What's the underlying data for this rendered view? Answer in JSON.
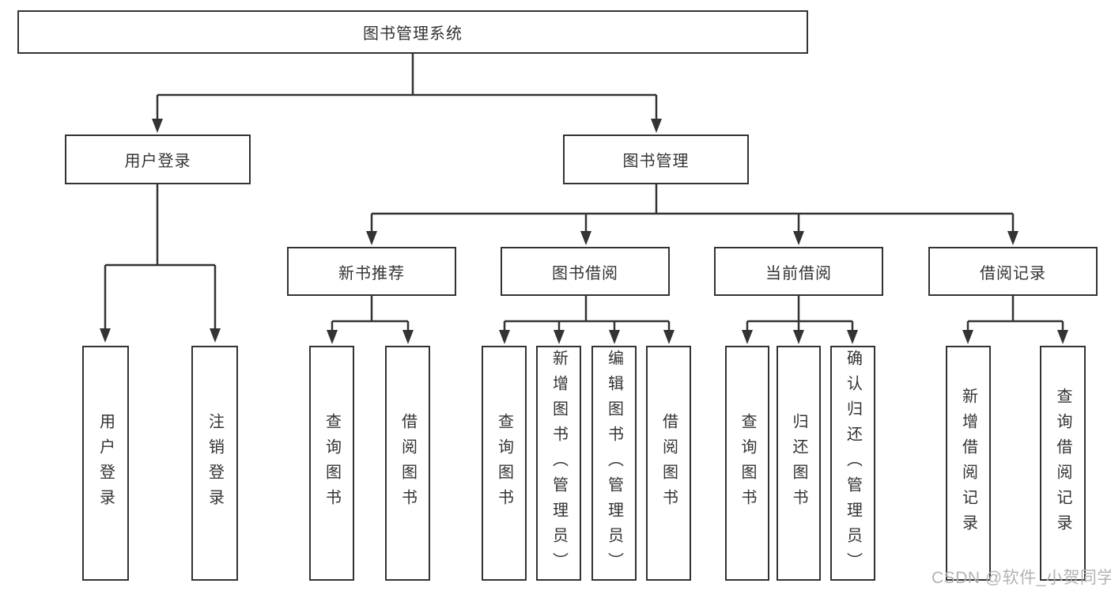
{
  "diagram": {
    "root": {
      "label": "图书管理系统"
    },
    "level2": [
      {
        "label": "用户登录",
        "children": [
          {
            "label": "用户登录"
          },
          {
            "label": "注销登录"
          }
        ]
      },
      {
        "label": "图书管理"
      }
    ],
    "level3": [
      {
        "label": "新书推荐",
        "children": [
          {
            "label": "查询图书"
          },
          {
            "label": "借阅图书"
          }
        ]
      },
      {
        "label": "图书借阅",
        "children": [
          {
            "label": "查询图书"
          },
          {
            "label": "新增图书（管理员）"
          },
          {
            "label": "编辑图书（管理员）"
          },
          {
            "label": "借阅图书"
          }
        ]
      },
      {
        "label": "当前借阅",
        "children": [
          {
            "label": "查询图书"
          },
          {
            "label": "归还图书"
          },
          {
            "label": "确认归还（管理员）"
          }
        ]
      },
      {
        "label": "借阅记录",
        "children": [
          {
            "label": "新增借阅记录"
          },
          {
            "label": "查询借阅记录"
          }
        ]
      }
    ]
  },
  "watermark": {
    "text": "CSDN @软件_小贺同学"
  },
  "colors": {
    "line": "#333333",
    "text": "#333333",
    "watermark": "#b3b3b3",
    "background": "#ffffff"
  }
}
